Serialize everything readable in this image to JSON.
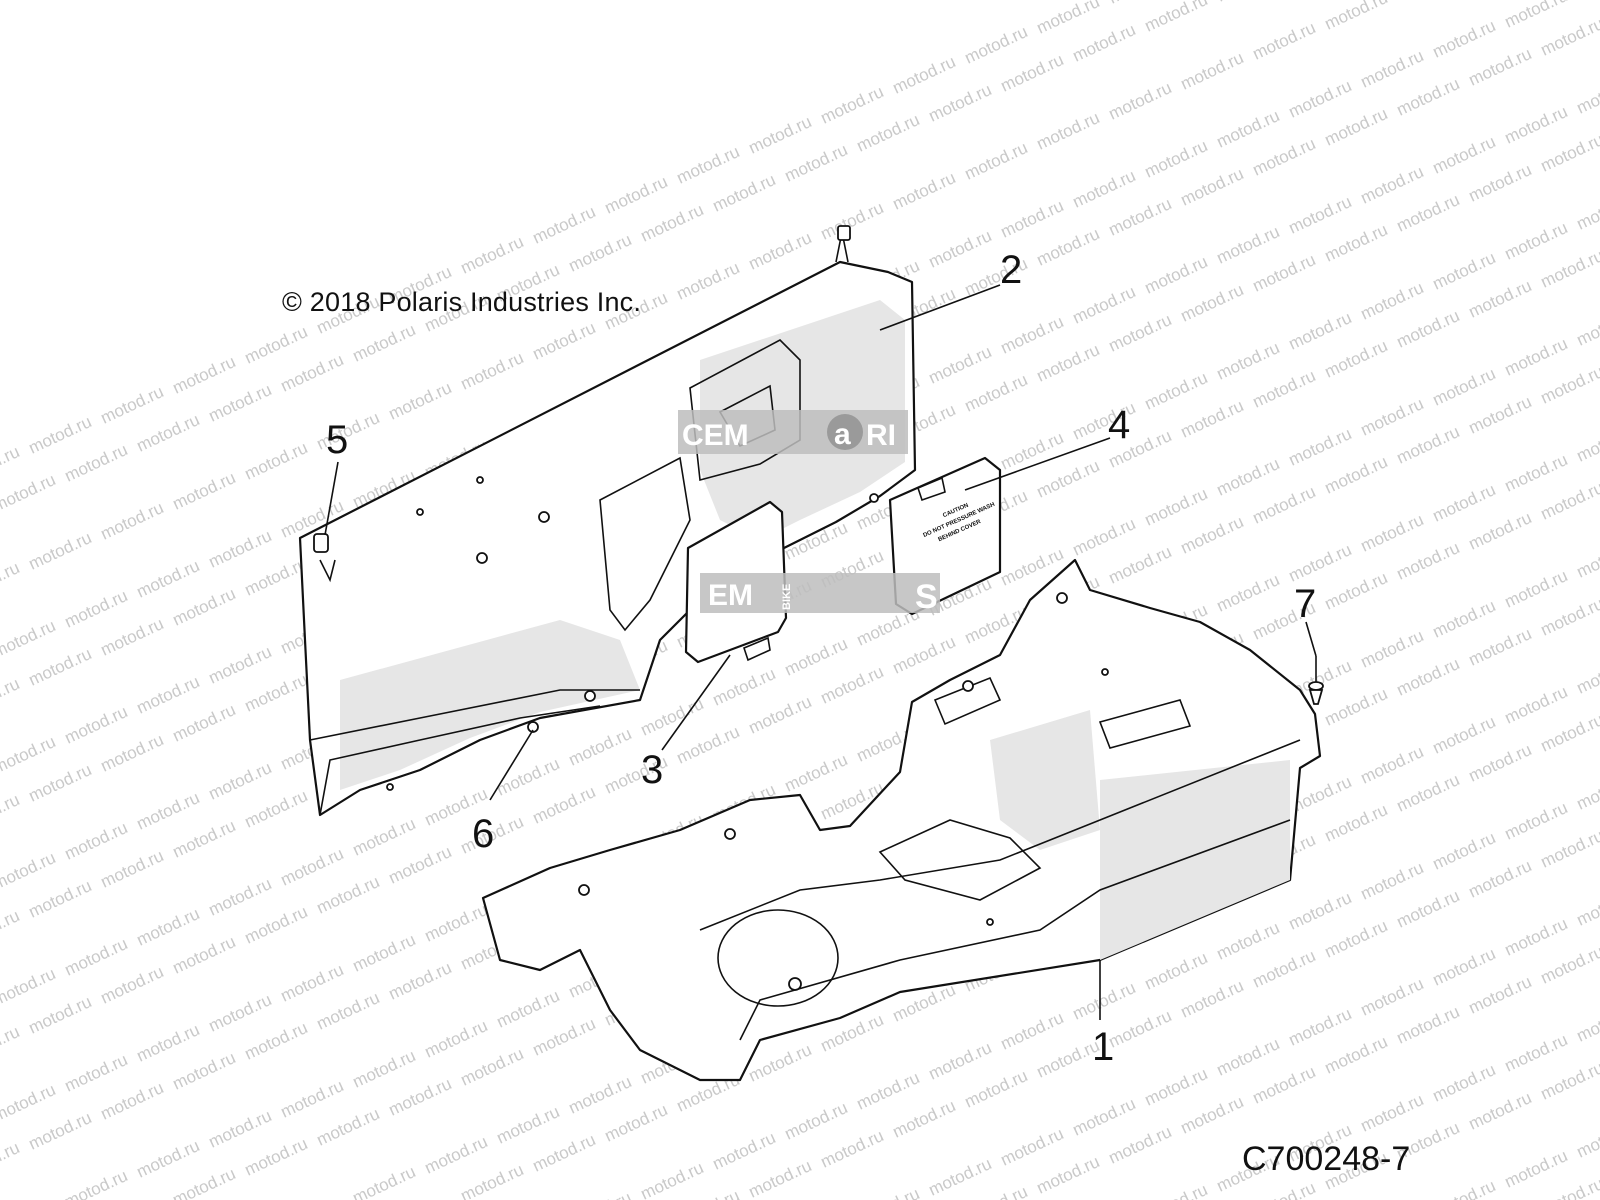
{
  "diagram": {
    "copyright": "© 2018 Polaris Industries Inc.",
    "part_code": "C700248-7",
    "watermark_text": "motod.ru",
    "overlay_logo_texts": [
      "CEM",
      "a",
      "RI",
      "EM",
      "BIKE",
      "S"
    ],
    "callouts": [
      "1",
      "2",
      "3",
      "4",
      "5",
      "6",
      "7"
    ],
    "caution_label_lines": [
      "CAUTION",
      "DO NOT PRESSURE WASH",
      "BEHIND COVER"
    ]
  },
  "colors": {
    "line": "#111111",
    "watermark": "#c9c9c9",
    "logo_box": "#bdbdbd",
    "shade": "#e6e6e6"
  }
}
